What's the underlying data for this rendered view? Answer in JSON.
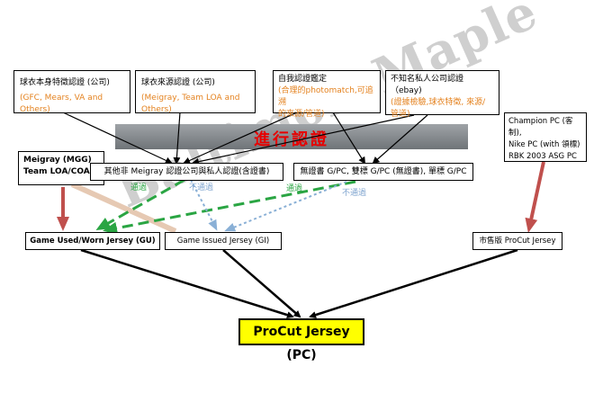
{
  "watermark": "BaltimoreMaple",
  "banner": "進行認證",
  "top_boxes": {
    "box1": {
      "line1": "球衣本身特徵認證 (公司)",
      "line2": "(GFC, Mears, VA and Others)"
    },
    "box2": {
      "line1": "球衣來源認證 (公司)",
      "line2": "(Meigray, Team LOA and Others)"
    },
    "box3": {
      "line1": "自我認證鑑定",
      "line2": "(合理的photomatch,可追溯",
      "line3": "的來源/管道)"
    },
    "box4": {
      "line1": "不知名私人公司認證（ebay)",
      "line2": "(證據檢驗,球衣特徵, 來源/",
      "line3": "管道)"
    }
  },
  "champion": {
    "line1": "Champion PC (客制),",
    "line2": "Nike PC (with 領標)",
    "line3": "RBK 2003 ASG PC"
  },
  "meigray": {
    "line1": "Meigray (MGG)",
    "line2": "Team LOA/COA"
  },
  "mid_left": "其他非 Meigray 認證公司與私人認證(含證書)",
  "mid_right": "無證書 G/PC, 雙標 G/PC (無證書), 單標 G/PC",
  "labels": {
    "pass1": "通過",
    "fail1": "不通過",
    "pass2": "通過",
    "fail2": "不通過"
  },
  "gu": "Game Used/Worn Jersey (GU)",
  "gi": "Game Issued Jersey (GI)",
  "retail": {
    "prefix": "市售版",
    "name": "ProCut Jersey"
  },
  "procut": "ProCut Jersey (PC)"
}
